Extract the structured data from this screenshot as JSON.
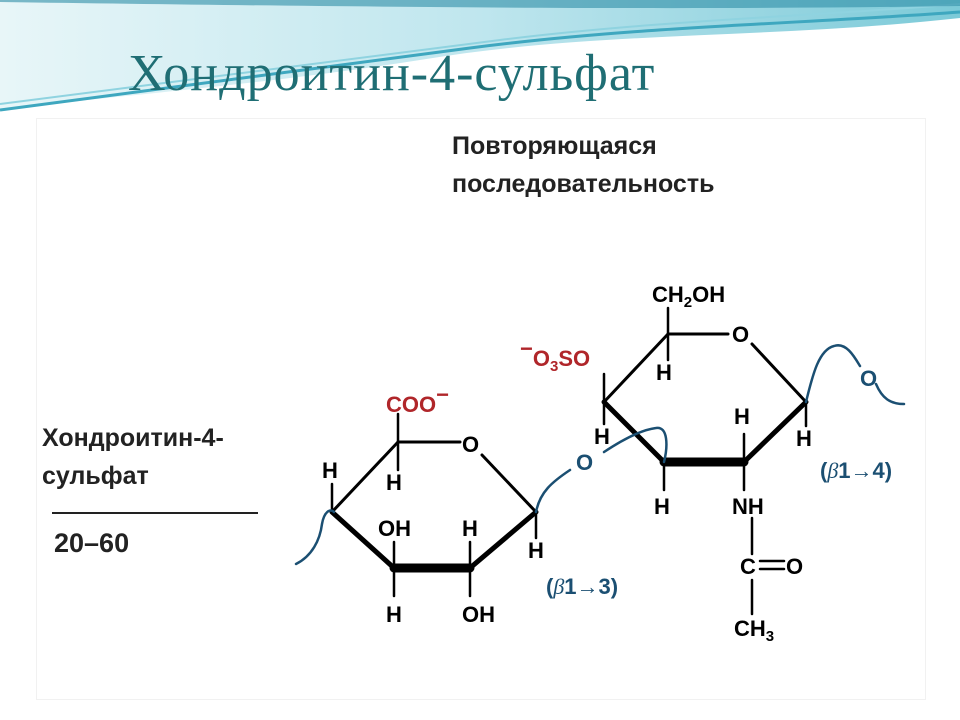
{
  "slide": {
    "title": "Хондроитин-4-сульфат",
    "heading_line1": "Повторяющаяся",
    "heading_line2": "последовательность",
    "side_label_line1": "Хондроитин-4-",
    "side_label_line2": "сульфат",
    "repeat_count": "20–60"
  },
  "structure": {
    "coo": "COO",
    "coo_charge": "−",
    "sulfate_charge": "−",
    "sulfate_o3": "O",
    "sulfate_sub": "3",
    "sulfate_so": "SO",
    "ch2oh": "CH",
    "ch2oh_sub": "2",
    "ch2oh_oh": "OH",
    "ring_o": "O",
    "link_o": "O",
    "end_o": "O",
    "h": "H",
    "oh": "OH",
    "nh": "NH",
    "c_eq_o_c": "C",
    "c_eq_o_o": "O",
    "ch3": "CH",
    "ch3_sub": "3",
    "link13_open": "(",
    "link13_beta": "β",
    "link13_rest": "1→3)",
    "link14_open": "(",
    "link14_beta": "β",
    "link14_rest": "1→4)"
  },
  "colors": {
    "title": "#1f6e74",
    "anionic_red": "#b0262a",
    "linkage_blue": "#1b4f72",
    "banner_teal": "#5fb8c8"
  }
}
